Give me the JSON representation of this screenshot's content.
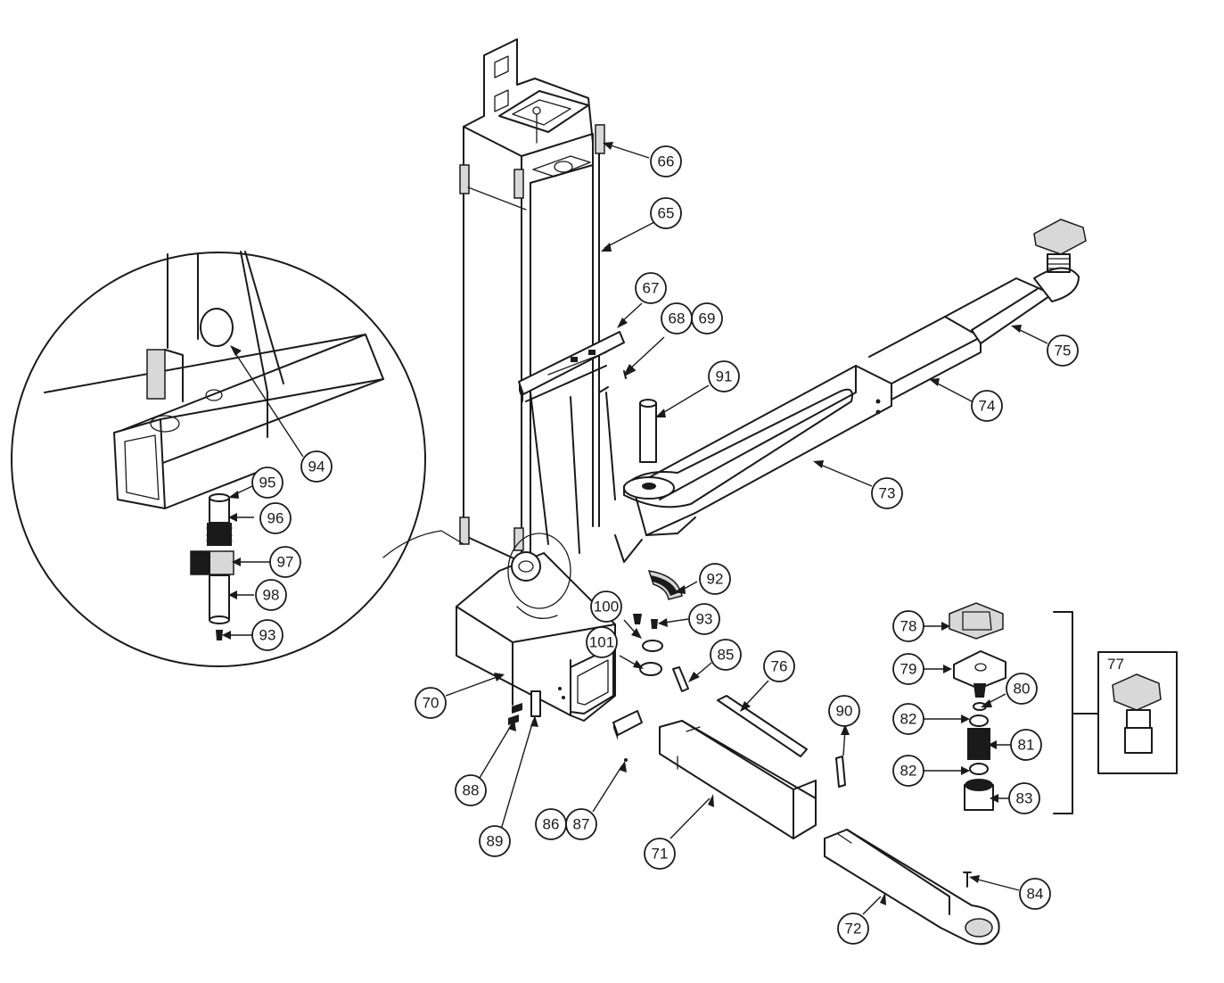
{
  "callouts": [
    {
      "id": "66",
      "label": "66"
    },
    {
      "id": "65",
      "label": "65"
    },
    {
      "id": "67",
      "label": "67"
    },
    {
      "id": "68",
      "label": "68"
    },
    {
      "id": "69",
      "label": "69"
    },
    {
      "id": "91",
      "label": "91"
    },
    {
      "id": "75",
      "label": "75"
    },
    {
      "id": "74",
      "label": "74"
    },
    {
      "id": "73",
      "label": "73"
    },
    {
      "id": "94",
      "label": "94"
    },
    {
      "id": "95",
      "label": "95"
    },
    {
      "id": "96",
      "label": "96"
    },
    {
      "id": "97",
      "label": "97"
    },
    {
      "id": "98",
      "label": "98"
    },
    {
      "id": "93a",
      "label": "93"
    },
    {
      "id": "92",
      "label": "92"
    },
    {
      "id": "100",
      "label": "100"
    },
    {
      "id": "93b",
      "label": "93"
    },
    {
      "id": "101",
      "label": "101"
    },
    {
      "id": "85",
      "label": "85"
    },
    {
      "id": "76",
      "label": "76"
    },
    {
      "id": "70",
      "label": "70"
    },
    {
      "id": "88",
      "label": "88"
    },
    {
      "id": "89",
      "label": "89"
    },
    {
      "id": "86",
      "label": "86"
    },
    {
      "id": "87",
      "label": "87"
    },
    {
      "id": "71",
      "label": "71"
    },
    {
      "id": "90",
      "label": "90"
    },
    {
      "id": "72",
      "label": "72"
    },
    {
      "id": "84",
      "label": "84"
    },
    {
      "id": "78",
      "label": "78"
    },
    {
      "id": "79",
      "label": "79"
    },
    {
      "id": "80",
      "label": "80"
    },
    {
      "id": "82a",
      "label": "82"
    },
    {
      "id": "81",
      "label": "81"
    },
    {
      "id": "82b",
      "label": "82"
    },
    {
      "id": "83",
      "label": "83"
    }
  ],
  "assembly_box": {
    "label": "77"
  }
}
